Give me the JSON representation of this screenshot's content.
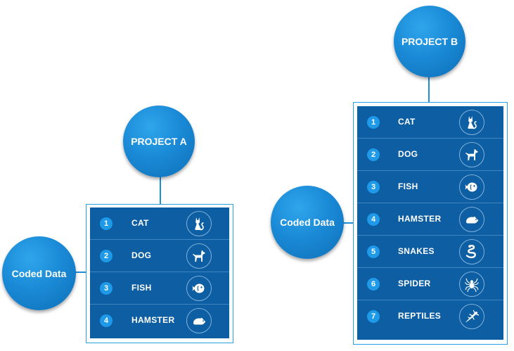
{
  "project_a": {
    "title": "PROJECT A",
    "side_label": "Coded Data",
    "items": [
      {
        "num": "1",
        "label": "CAT",
        "icon": "cat-icon"
      },
      {
        "num": "2",
        "label": "DOG",
        "icon": "dog-icon"
      },
      {
        "num": "3",
        "label": "FISH",
        "icon": "fish-icon"
      },
      {
        "num": "4",
        "label": "HAMSTER",
        "icon": "hamster-icon"
      }
    ]
  },
  "project_b": {
    "title": "PROJECT B",
    "side_label": "Coded Data",
    "items": [
      {
        "num": "1",
        "label": "CAT",
        "icon": "cat-icon"
      },
      {
        "num": "2",
        "label": "DOG",
        "icon": "dog-icon"
      },
      {
        "num": "3",
        "label": "FISH",
        "icon": "fish-icon"
      },
      {
        "num": "4",
        "label": "HAMSTER",
        "icon": "hamster-icon"
      },
      {
        "num": "5",
        "label": "SNAKES",
        "icon": "snake-icon"
      },
      {
        "num": "6",
        "label": "SPIDER",
        "icon": "spider-icon"
      },
      {
        "num": "7",
        "label": "REPTILES",
        "icon": "lizard-icon"
      }
    ]
  },
  "colors": {
    "circle": "#1a8ad6",
    "panel": "#0e5ea3",
    "line": "#1d8fd6",
    "badge": "#1e9ae8"
  }
}
